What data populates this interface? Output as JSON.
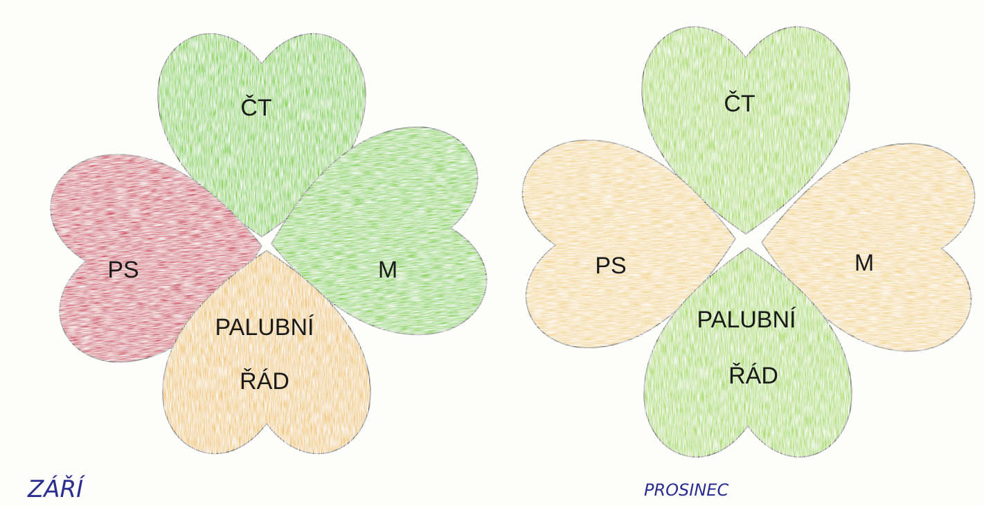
{
  "colors": {
    "red": "#cf3b57",
    "green_bright": "#7fd13b",
    "green_light": "#a6da55",
    "yellow": "#f3d58c",
    "orange_yellow": "#efc56a",
    "outline": "#1f1f1f",
    "handwriting": "#2b2e8f"
  },
  "clovers": [
    {
      "month": "ZÁŘÍ",
      "leaves": [
        {
          "label": "ČT",
          "color": "green_bright"
        },
        {
          "label": "PS",
          "color": "red"
        },
        {
          "label": "M",
          "color": "green_bright"
        },
        {
          "label": "PALUBNÍ",
          "label2": "ŘÁD",
          "color": "orange_yellow"
        }
      ]
    },
    {
      "month": "PROSINEC",
      "leaves": [
        {
          "label": "ČT",
          "color": "green_light"
        },
        {
          "label": "PS",
          "color": "yellow"
        },
        {
          "label": "M",
          "color": "yellow"
        },
        {
          "label": "PALUBNÍ",
          "label2": "ŘÁD",
          "color": "green_light"
        }
      ]
    }
  ]
}
